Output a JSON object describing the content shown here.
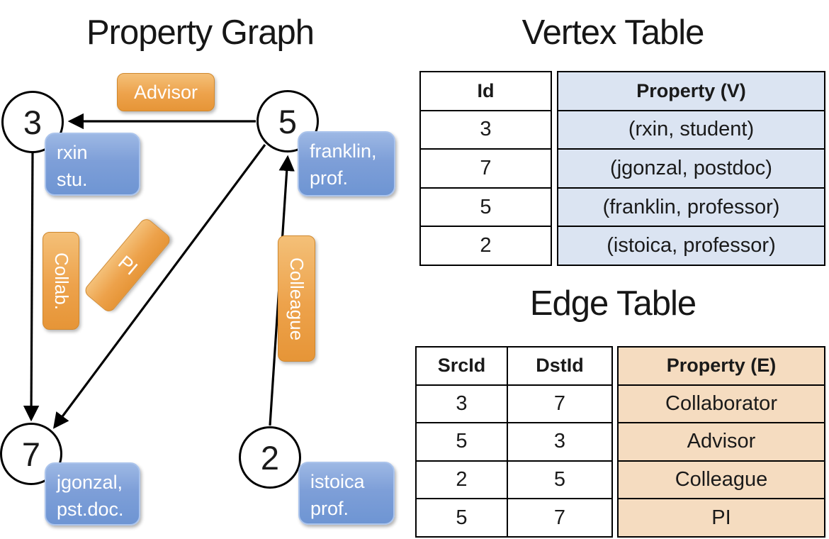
{
  "graph": {
    "title": "Property Graph",
    "nodes": {
      "n3": {
        "id": "3",
        "label_line1": "rxin",
        "label_line2": "stu."
      },
      "n5": {
        "id": "5",
        "label_line1": "franklin,",
        "label_line2": "prof."
      },
      "n7": {
        "id": "7",
        "label_line1": "jgonzal,",
        "label_line2": "pst.doc."
      },
      "n2": {
        "id": "2",
        "label_line1": "istoica",
        "label_line2": "prof."
      }
    },
    "edge_labels": {
      "advisor": "Advisor",
      "collab": "Collab.",
      "pi": "PI",
      "colleague": "Colleague"
    }
  },
  "vertex_table": {
    "title": "Vertex Table",
    "columns": {
      "id": "Id",
      "property": "Property (V)"
    },
    "rows": [
      {
        "id": "3",
        "property": "(rxin, student)"
      },
      {
        "id": "7",
        "property": "(jgonzal, postdoc)"
      },
      {
        "id": "5",
        "property": "(franklin, professor)"
      },
      {
        "id": "2",
        "property": "(istoica, professor)"
      }
    ]
  },
  "edge_table": {
    "title": "Edge Table",
    "columns": {
      "src": "SrcId",
      "dst": "DstId",
      "property": "Property (E)"
    },
    "rows": [
      {
        "src": "3",
        "dst": "7",
        "property": "Collaborator"
      },
      {
        "src": "5",
        "dst": "3",
        "property": "Advisor"
      },
      {
        "src": "2",
        "dst": "5",
        "property": "Colleague"
      },
      {
        "src": "5",
        "dst": "7",
        "property": "PI"
      }
    ]
  },
  "colors": {
    "edge_label_orange": "#EDA24B",
    "node_label_blue": "#7E9FD8",
    "vertex_property_fill": "#DBE4F2",
    "edge_property_fill": "#F5DCC0",
    "stroke_black": "#000000"
  }
}
